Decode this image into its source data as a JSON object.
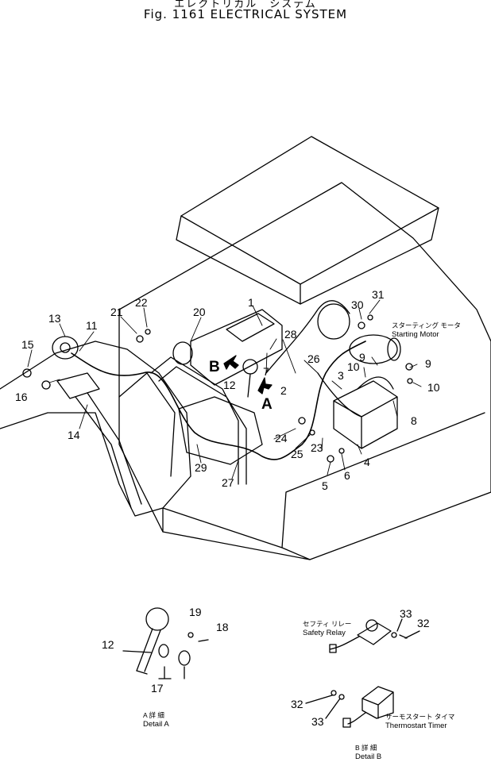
{
  "title": {
    "jp": "エレクトリカル　システム",
    "en": "Fig. 1161   ELECTRICAL SYSTEM"
  },
  "callouts": {
    "n1": "1",
    "n2": "2",
    "n3": "3",
    "n4": "4",
    "n5": "5",
    "n6": "6",
    "n7": "7",
    "n8": "8",
    "n9a": "9",
    "n9b": "9",
    "n10a": "10",
    "n10b": "10",
    "n11": "11",
    "n12a": "12",
    "n12b": "12",
    "n13": "13",
    "n14": "14",
    "n15": "15",
    "n16": "16",
    "n17": "17",
    "n18": "18",
    "n19": "19",
    "n20": "20",
    "n21": "21",
    "n22": "22",
    "n23": "23",
    "n24": "24",
    "n25": "25",
    "n26": "26",
    "n27": "27",
    "n28": "28",
    "n29": "29",
    "n30": "30",
    "n31": "31",
    "n32a": "32",
    "n32b": "32",
    "n33a": "33",
    "n33b": "33"
  },
  "view_markers": {
    "a": "A",
    "b": "B"
  },
  "labels": {
    "starting_motor_jp": "スターティング モータ",
    "starting_motor": "Starting Motor",
    "safety_relay_jp": "セフティ リレー",
    "safety_relay": "Safety Relay",
    "thermostart_timer_jp": "サーモスタート タイマ",
    "thermostart_timer": "Thermostart Timer",
    "detail_a_jp": "A 詳 細",
    "detail_a": "Detail A",
    "detail_b_jp": "B 詳 細",
    "detail_b": "Detail B"
  }
}
